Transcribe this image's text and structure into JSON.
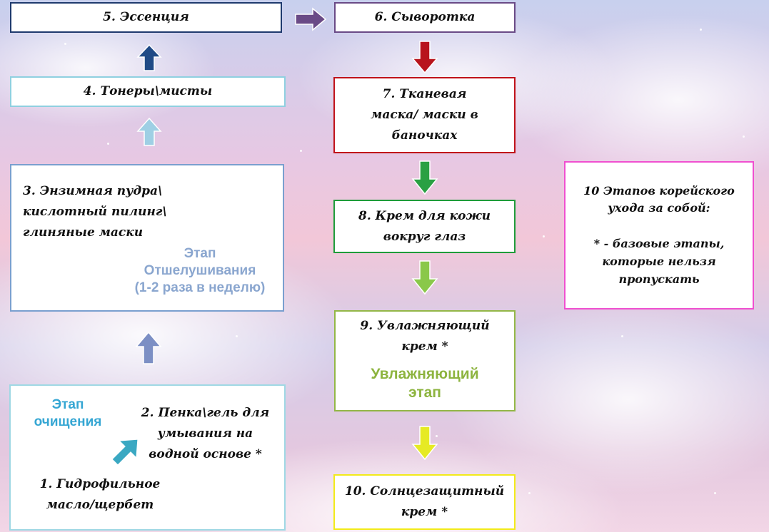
{
  "steps": [
    {
      "label": "1. Гидрофильное\nмасло/щербет",
      "color": "#9fd8e4"
    },
    {
      "label": "2. Пенка\\гель для\nумывания на\nводной основе *",
      "color": "#9fd8e4"
    },
    {
      "label": "3. Энзимная пудра\\\nкислотный пилинг\\\nглиняные маски",
      "color": "#7a9fcf"
    },
    {
      "label": "4. Тонеры\\мисты",
      "color": "#8fd0e0"
    },
    {
      "label": "5. Эссенция",
      "color": "#1f3a6e"
    },
    {
      "label": "6. Сыворотка",
      "color": "#6a4a86"
    },
    {
      "label": "7. Тканевая\nмаска/ маски в\nбаночках",
      "color": "#c0121a"
    },
    {
      "label": "8. Крем для кожи\nвокруг глаз",
      "color": "#1f9c3a"
    },
    {
      "label": "9. Увлажняющий\nкрем *",
      "color": "#93b747"
    },
    {
      "label": "10. Солнцезащитный\nкрем *",
      "color": "#f2ea1a"
    }
  ],
  "stages": {
    "cleansing": {
      "label": "Этап\nочищения",
      "color": "#35a6d3"
    },
    "exfoliation": {
      "label": "Этап\nОтшелушивания\n(1-2 раза в неделю)",
      "color": "#8aa6cf"
    },
    "moisturizing": {
      "label": "Увлажняющий\nэтап",
      "color": "#8db43f"
    }
  },
  "legend": {
    "text": "10 Этапов корейского\nухода за собой:\n\n* - базовые этапы,\nкоторые нельзя\nпропускать",
    "color": "#f04fd0"
  },
  "arrow_colors": {
    "a1_2": "#3aa8c2",
    "a2_3": "#7c8fc4",
    "a3_4": "#9ecfe4",
    "a4_5": "#1f4a86",
    "a5_6": "#6a4a86",
    "a6_7": "#b8141c",
    "a7_8": "#2aa043",
    "a8_9": "#8ac84a",
    "a9_10": "#e6ea24"
  }
}
